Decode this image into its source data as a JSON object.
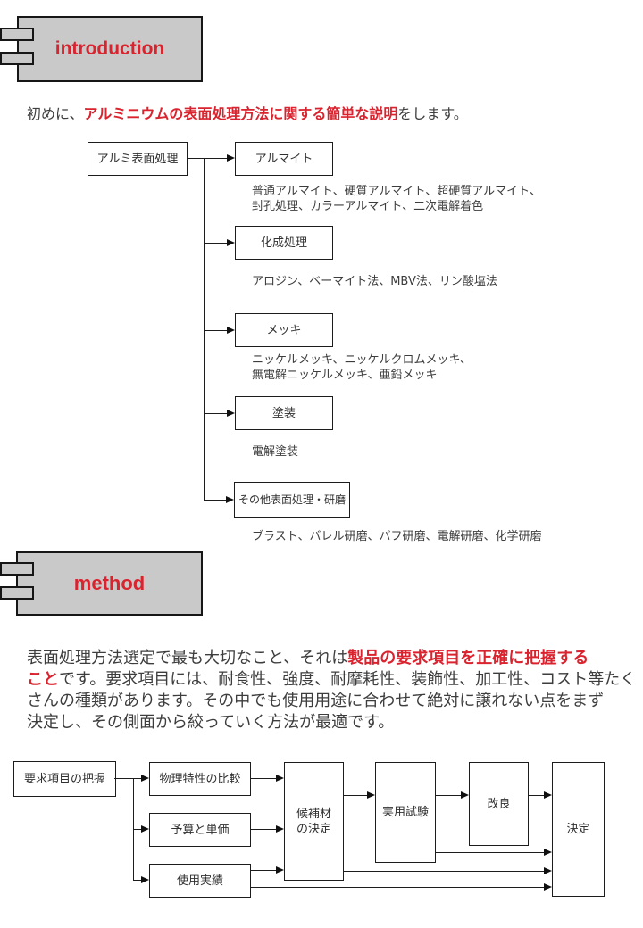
{
  "colors": {
    "accent": "#d9232e",
    "banner_bg": "#c9c9c9",
    "line": "#1c1c1c",
    "text": "#3d3d3d"
  },
  "intro": {
    "banner_label": "introduction",
    "lead": {
      "pre": "初めに、",
      "highlight": "アルミニウムの表面処理方法に関する簡単な説明",
      "post": "をします。"
    },
    "tree": {
      "root_label": "アルミ表面処理",
      "branches": [
        {
          "label": "アルマイト",
          "detail": "普通アルマイト、硬質アルマイト、超硬質アルマイト、\n封孔処理、カラーアルマイト、二次電解着色"
        },
        {
          "label": "化成処理",
          "detail": "アロジン、ベーマイト法、MBV法、リン酸塩法"
        },
        {
          "label": "メッキ",
          "detail": "ニッケルメッキ、ニッケルクロムメッキ、\n無電解ニッケルメッキ、亜鉛メッキ"
        },
        {
          "label": "塗装",
          "detail": "電解塗装"
        },
        {
          "label": "その他表面処理・研磨",
          "detail": "ブラスト、バレル研磨、バフ研磨、電解研磨、化学研磨"
        }
      ]
    }
  },
  "method": {
    "banner_label": "method",
    "paragraph_lines": [
      {
        "black_pre": "表面処理方法選定で最も大切なこと、それは",
        "red": "製品の要求項目を正確に把握する"
      },
      {
        "red": "こと",
        "black_post": "です。要求項目には、耐食性、強度、耐摩耗性、装飾性、加工性、コスト等たく"
      },
      {
        "black_post": "さんの種類があります。その中でも使用用途に合わせて絶対に譲れない点をまず"
      },
      {
        "black_post": "決定し、その側面から絞っていく方法が最適です。"
      }
    ],
    "flow": {
      "start": "要求項目の把握",
      "criteria": [
        "物理特性の比較",
        "予算と単価",
        "使用実績"
      ],
      "candidate": "候補材\nの決定",
      "test": "実用試験",
      "improve": "改良",
      "decide": "決定"
    }
  }
}
